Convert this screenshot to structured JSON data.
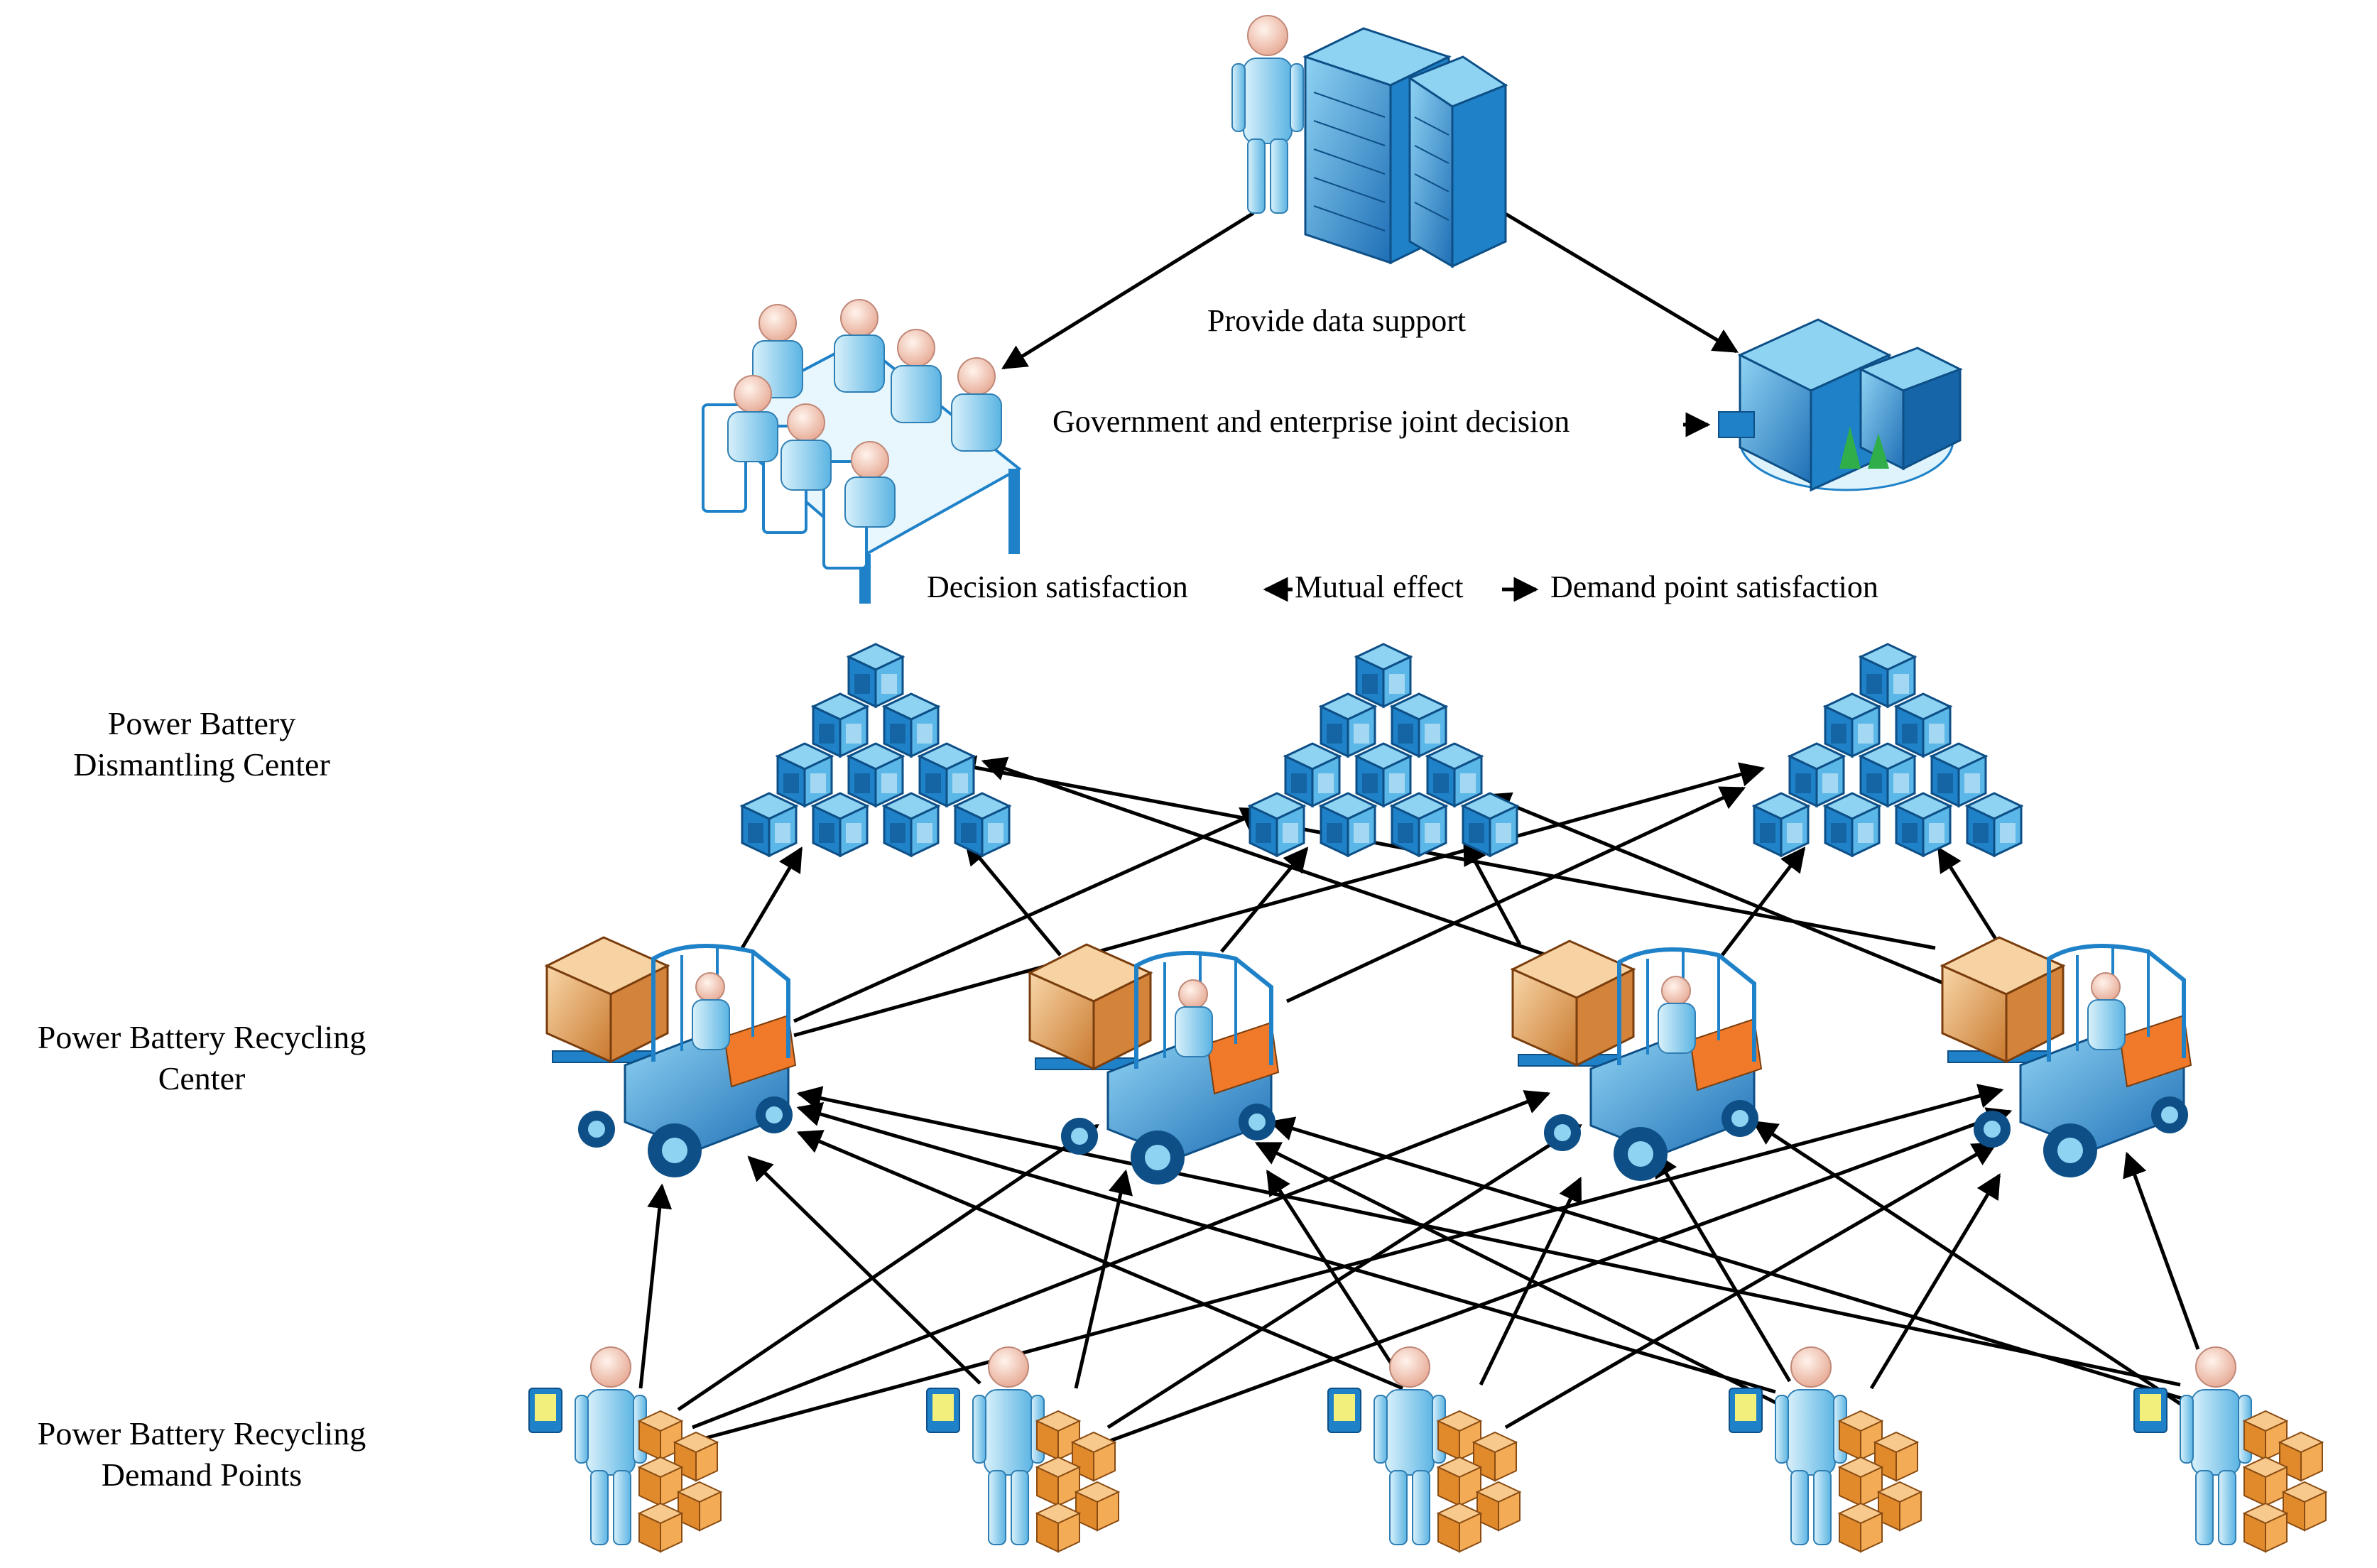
{
  "top_labels": {
    "data_support": "Provide data support",
    "joint_decision": "Government and enterprise joint decision",
    "decision_satisfaction": "Decision satisfaction",
    "mutual_effect": "Mutual effect",
    "demand_point_satisfaction": "Demand point satisfaction"
  },
  "tiers": {
    "dismantling": {
      "line1": "Power Battery",
      "line2": "Dismantling Center"
    },
    "recycling": {
      "line1": "Power Battery Recycling",
      "line2": "Center"
    },
    "demand": {
      "line1": "Power Battery Recycling",
      "line2": "Demand Points"
    }
  },
  "icons": {
    "server": "server-operator-icon",
    "meeting": "meeting-table-icon",
    "enterprise": "enterprise-building-icon",
    "dismantling": "battery-stack-icon",
    "recycling": "forklift-icon",
    "demand": "person-with-batteries-icon"
  },
  "colors": {
    "blue": "#1f82c8",
    "dark_blue": "#0d4f86",
    "light_blue": "#8fd3f3",
    "orange": "#f0a040",
    "person": "#9ad4ef"
  }
}
